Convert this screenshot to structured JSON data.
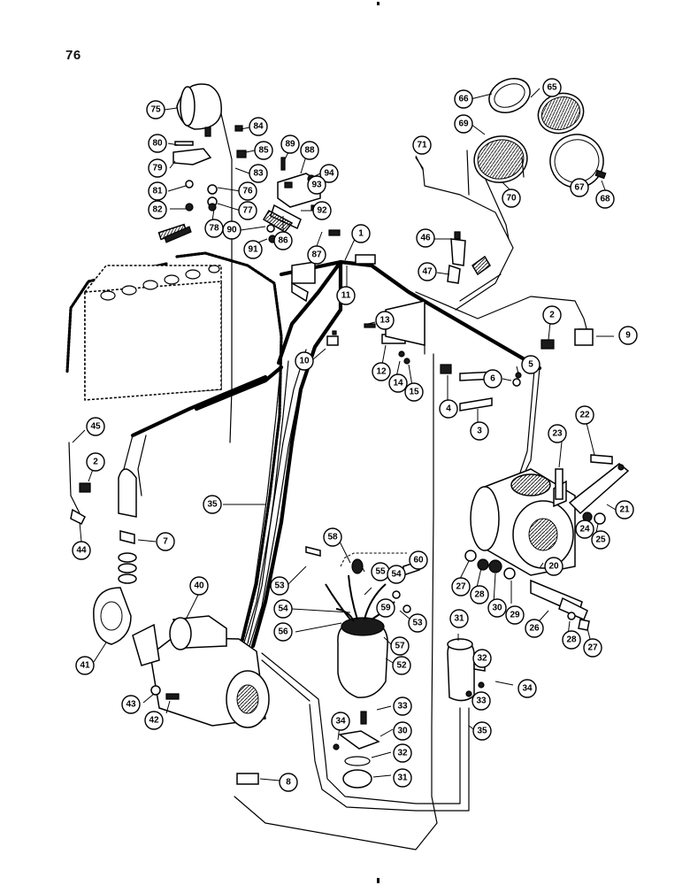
{
  "page_number": "76",
  "callouts": [
    {
      "n": "75"
    },
    {
      "n": "84"
    },
    {
      "n": "80"
    },
    {
      "n": "85"
    },
    {
      "n": "89"
    },
    {
      "n": "88"
    },
    {
      "n": "79"
    },
    {
      "n": "83"
    },
    {
      "n": "94"
    },
    {
      "n": "93"
    },
    {
      "n": "81"
    },
    {
      "n": "76"
    },
    {
      "n": "82"
    },
    {
      "n": "77"
    },
    {
      "n": "92"
    },
    {
      "n": "90"
    },
    {
      "n": "78"
    },
    {
      "n": "86"
    },
    {
      "n": "91"
    },
    {
      "n": "87"
    },
    {
      "n": "1"
    },
    {
      "n": "66"
    },
    {
      "n": "65"
    },
    {
      "n": "69"
    },
    {
      "n": "71"
    },
    {
      "n": "70"
    },
    {
      "n": "67"
    },
    {
      "n": "68"
    },
    {
      "n": "46"
    },
    {
      "n": "47"
    },
    {
      "n": "11"
    },
    {
      "n": "13"
    },
    {
      "n": "10"
    },
    {
      "n": "12"
    },
    {
      "n": "14"
    },
    {
      "n": "15"
    },
    {
      "n": "2"
    },
    {
      "n": "9"
    },
    {
      "n": "5"
    },
    {
      "n": "6"
    },
    {
      "n": "4"
    },
    {
      "n": "3"
    },
    {
      "n": "45"
    },
    {
      "n": "2"
    },
    {
      "n": "22"
    },
    {
      "n": "23"
    },
    {
      "n": "21"
    },
    {
      "n": "24"
    },
    {
      "n": "25"
    },
    {
      "n": "7"
    },
    {
      "n": "44"
    },
    {
      "n": "35"
    },
    {
      "n": "58"
    },
    {
      "n": "55"
    },
    {
      "n": "60"
    },
    {
      "n": "54"
    },
    {
      "n": "53"
    },
    {
      "n": "59"
    },
    {
      "n": "54"
    },
    {
      "n": "53"
    },
    {
      "n": "56"
    },
    {
      "n": "57"
    },
    {
      "n": "52"
    },
    {
      "n": "40"
    },
    {
      "n": "41"
    },
    {
      "n": "20"
    },
    {
      "n": "27"
    },
    {
      "n": "28"
    },
    {
      "n": "30"
    },
    {
      "n": "29"
    },
    {
      "n": "26"
    },
    {
      "n": "28"
    },
    {
      "n": "27"
    },
    {
      "n": "31"
    },
    {
      "n": "32"
    },
    {
      "n": "34"
    },
    {
      "n": "33"
    },
    {
      "n": "43"
    },
    {
      "n": "42"
    },
    {
      "n": "33"
    },
    {
      "n": "34"
    },
    {
      "n": "30"
    },
    {
      "n": "32"
    },
    {
      "n": "35"
    },
    {
      "n": "31"
    },
    {
      "n": "8"
    }
  ]
}
